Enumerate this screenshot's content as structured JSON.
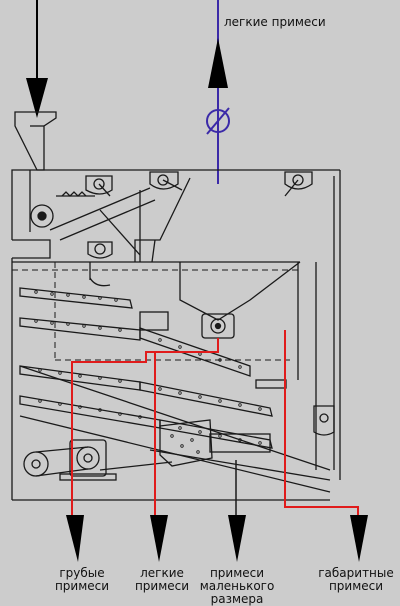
{
  "labels": {
    "top_output": "легкие примеси",
    "outputs": [
      {
        "line1": "грубые",
        "line2": "примеси"
      },
      {
        "line1": "легкие",
        "line2": "примеси"
      },
      {
        "line1": "примеси",
        "line2": "маленького",
        "line3": "размера"
      },
      {
        "line1": "габаритные",
        "line2": "примеси"
      }
    ]
  },
  "colors": {
    "background": "#cccccc",
    "machine_lines": "#1a1a1a",
    "light_impurity_air_line": "#3b2aa8",
    "impurity_flow_lines": "#e01b1b",
    "arrows": "#000000"
  },
  "icons": {
    "fan_symbol": "circle-slash-icon",
    "flow_arrow": "arrow-down-icon"
  }
}
